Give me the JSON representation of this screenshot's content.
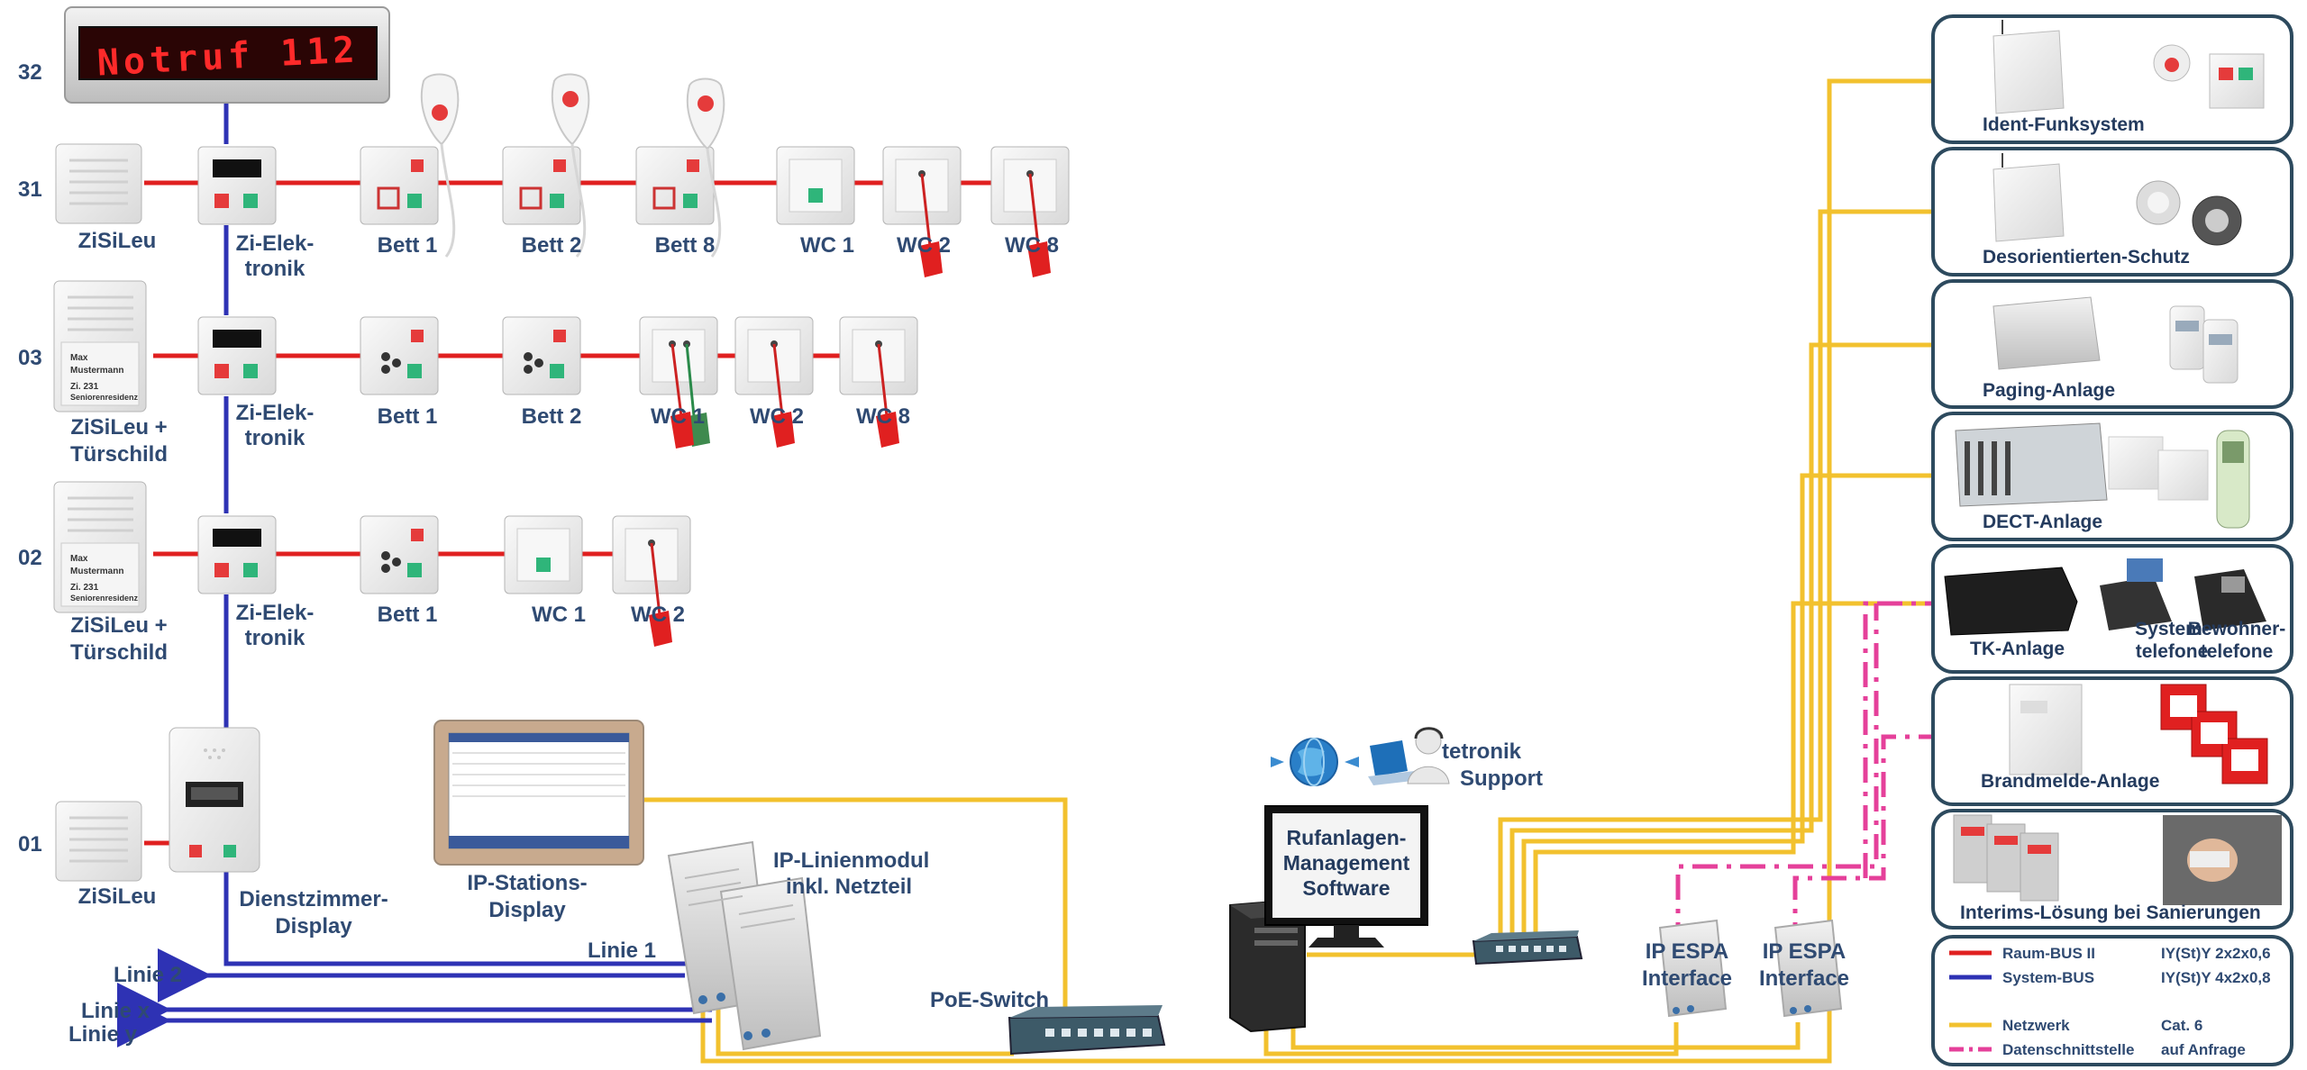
{
  "sign": {
    "text": "Notruf 112"
  },
  "floors": {
    "f32": "32",
    "f31": "31",
    "f03": "03",
    "f02": "02",
    "f01": "01"
  },
  "row31": {
    "zisileu": "ZiSiLeu",
    "zi_elek_1": "Zi-Elek-",
    "zi_elek_2": "tronik",
    "bett1": "Bett 1",
    "bett2": "Bett 2",
    "bett8": "Bett 8",
    "wc1": "WC 1",
    "wc2": "WC 2",
    "wc8": "WC 8"
  },
  "row03": {
    "zisileu_1": "ZiSiLeu +",
    "zisileu_2": "Türschild",
    "zi_elek_1": "Zi-Elek-",
    "zi_elek_2": "tronik",
    "bett1": "Bett 1",
    "bett2": "Bett 2",
    "wc1": "WC 1",
    "wc2": "WC 2",
    "wc8": "WC 8",
    "plate_1": "Max",
    "plate_2": "Mustermann",
    "plate_3": "Zi. 231",
    "plate_4": "Seniorenresidenz"
  },
  "row02": {
    "zisileu_1": "ZiSiLeu +",
    "zisileu_2": "Türschild",
    "zi_elek_1": "Zi-Elek-",
    "zi_elek_2": "tronik",
    "bett1": "Bett 1",
    "wc1": "WC 1",
    "wc2": "WC 2",
    "plate_1": "Max",
    "plate_2": "Mustermann",
    "plate_3": "Zi. 231",
    "plate_4": "Seniorenresidenz"
  },
  "row01": {
    "zisileu": "ZiSiLeu",
    "dienst_1": "Dienstzimmer-",
    "dienst_2": "Display"
  },
  "center": {
    "ipstation_1": "IP-Stations-",
    "ipstation_2": "Display",
    "linienmodul_1": "IP-Linienmodul",
    "linienmodul_2": "inkl. Netzteil",
    "linie1": "Linie 1",
    "linie2": "Linie 2",
    "liniex": "Linie x",
    "liniey": "Linie y",
    "poe": "PoE-Switch",
    "software_1": "Rufanlagen-",
    "software_2": "Management",
    "software_3": "Software",
    "support_1": "tetronik",
    "support_2": "Support",
    "espa1_1": "IP ESPA",
    "espa1_2": "Interface",
    "espa2_1": "IP ESPA",
    "espa2_2": "Interface"
  },
  "panels": {
    "ident": "Ident-Funksystem",
    "desorient": "Desorientierten-Schutz",
    "paging": "Paging-Anlage",
    "dect": "DECT-Anlage",
    "tk": "TK-Anlage",
    "system_1": "System-",
    "system_2": "telefone",
    "bewohner_1": "Bewohner-",
    "bewohner_2": "telefone",
    "brand": "Brandmelde-Anlage",
    "interims": "Interims-Lösung bei Sanierungen"
  },
  "legend": {
    "raum": "Raum-BUS II",
    "raum_cable": "IY(St)Y 2x2x0,6",
    "system": "System-BUS",
    "system_cable": "IY(St)Y 4x2x0,8",
    "netz": "Netzwerk",
    "netz_cable": "Cat. 6",
    "daten": "Datenschnittstelle",
    "daten_cable": "auf Anfrage"
  },
  "colors": {
    "raumbus": "#e02020",
    "systembus": "#2e32b4",
    "network": "#f2c12e",
    "interface": "#e5409a",
    "label": "#2f4a72",
    "panel_border": "#2d4a5e"
  }
}
